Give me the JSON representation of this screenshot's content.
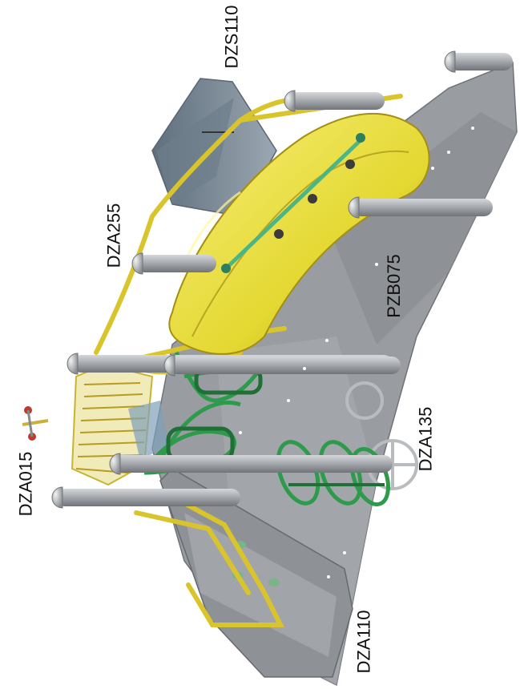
{
  "labels": {
    "dzs110": "DZS110",
    "dza255": "DZA255",
    "pzb075": "PZB075",
    "dza135": "DZA135",
    "dza015": "DZA015",
    "dza110": "DZA110"
  },
  "colors": {
    "deck": "#9a9ea3",
    "deck_dark": "#7d8186",
    "post": "#a7abb0",
    "cap": "#c7c9cc",
    "tube": "#e6dc3c",
    "rail": "#d9c52b",
    "climber": "#2e9a4c",
    "slide": "#8593a0",
    "text": "#111111"
  }
}
